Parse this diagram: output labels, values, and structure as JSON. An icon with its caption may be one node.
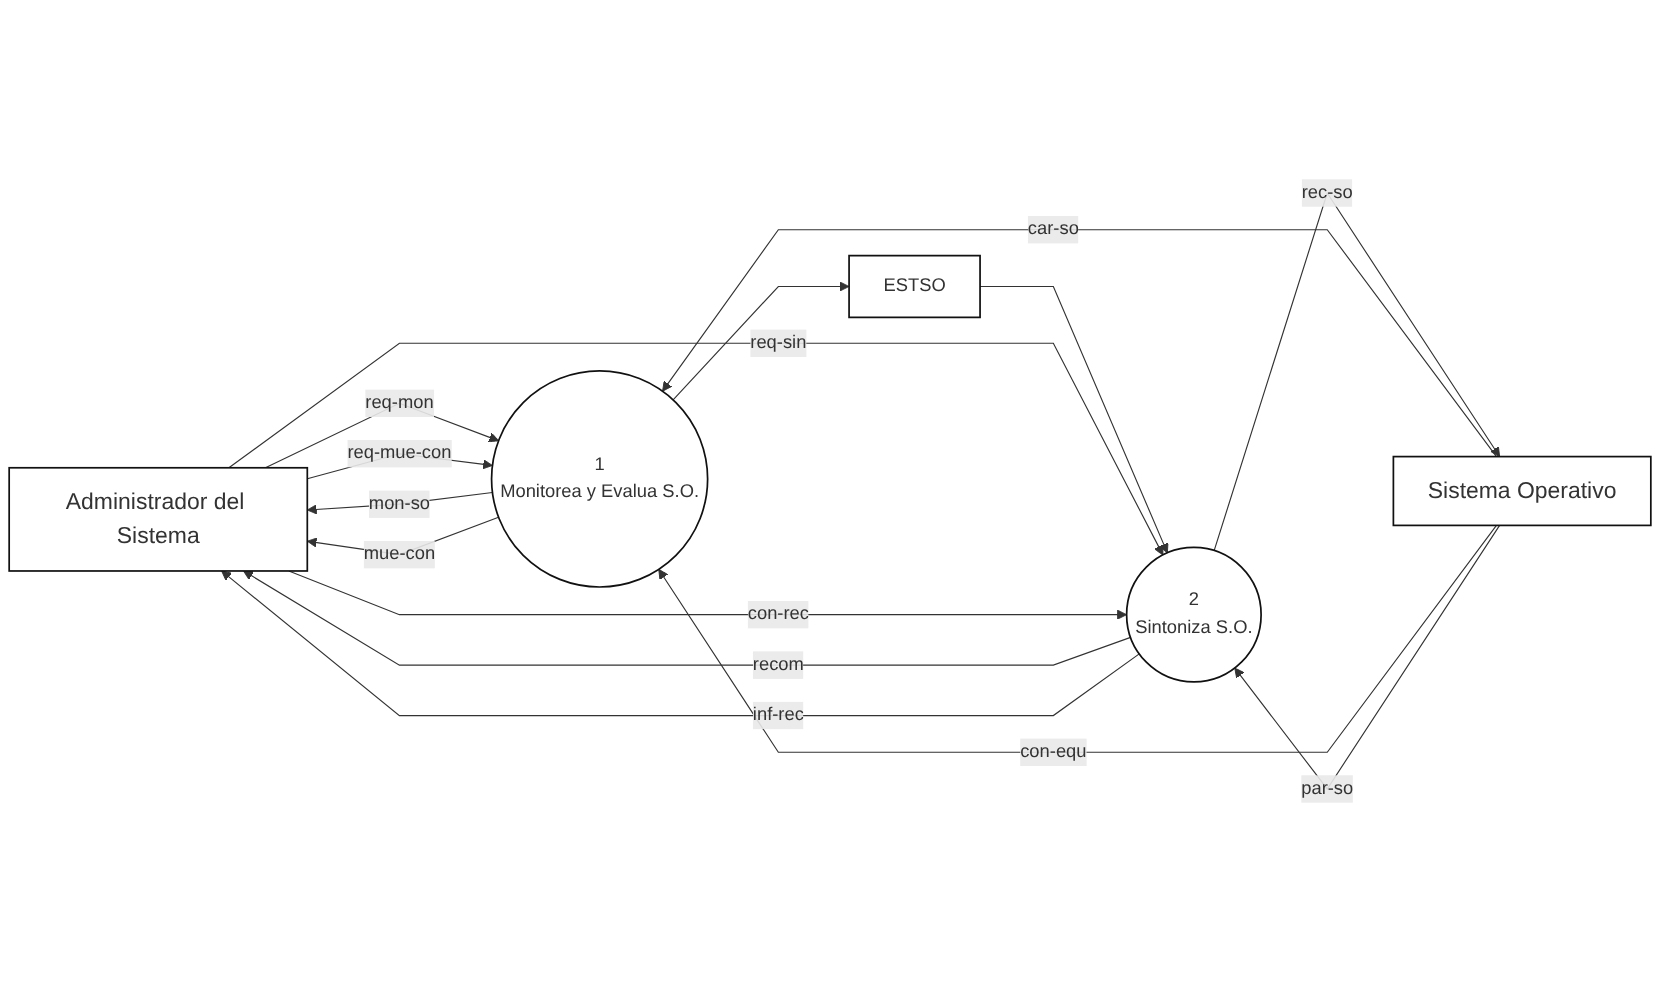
{
  "diagram": {
    "nodes": [
      {
        "text": [
          "Administrador del Sistema"
        ]
      },
      {
        "text": [
          "1",
          "Monitorea y Evalua S.O."
        ]
      },
      {
        "text": [
          "ESTSO"
        ]
      },
      {
        "text": [
          "2",
          "Sintoniza S.O."
        ]
      },
      {
        "text": [
          "Sistema Operativo"
        ]
      }
    ],
    "edges": [
      {
        "from": 0,
        "to": 1,
        "label": "req-mon",
        "arrow": "to"
      },
      {
        "from": 0,
        "to": 1,
        "label": "req-mue-con",
        "arrow": "to"
      },
      {
        "from": 1,
        "to": 0,
        "label": "mon-so",
        "arrow": "to"
      },
      {
        "from": 1,
        "to": 0,
        "label": "mue-con",
        "arrow": "to"
      },
      {
        "from": 4,
        "to": 1,
        "label": "car-so",
        "arrow": "to"
      },
      {
        "from": 4,
        "to": 1,
        "label": "con-equ",
        "arrow": "to"
      },
      {
        "from": 1,
        "to": 2,
        "arrow": "to"
      },
      {
        "from": 2,
        "to": 3,
        "arrow": "to"
      },
      {
        "from": 0,
        "to": 3,
        "label": "req-sin",
        "arrow": "to"
      },
      {
        "from": 0,
        "to": 3,
        "label": "con-rec",
        "arrow": "to"
      },
      {
        "from": 3,
        "to": 0,
        "label": "recom",
        "arrow": "to"
      },
      {
        "from": 3,
        "to": 0,
        "label": "inf-rec",
        "arrow": "to"
      },
      {
        "from": 3,
        "to": 4,
        "label": "rec-so",
        "arrow": "to"
      },
      {
        "from": 4,
        "to": 3,
        "label": "par-so",
        "arrow": "to"
      }
    ]
  }
}
